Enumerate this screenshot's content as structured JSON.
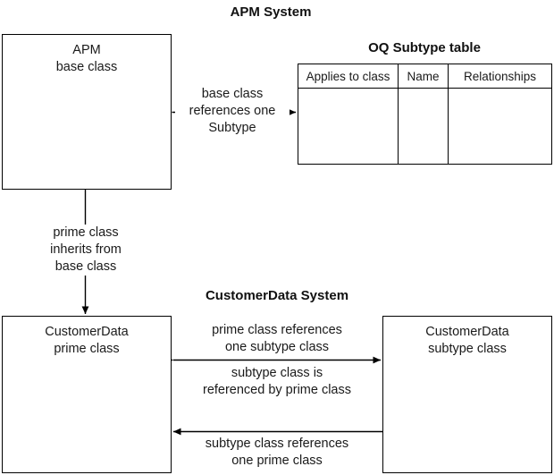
{
  "diagram": {
    "title_apm": "APM System",
    "title_customerdata": "CustomerData System",
    "boxes": {
      "apm_base_class": "APM\nbase class",
      "customerdata_prime_class": "CustomerData\nprime class",
      "customerdata_subtype_class": "CustomerData\nsubtype class"
    },
    "table": {
      "title": "OQ Subtype table",
      "columns": [
        "Applies to class",
        "Name",
        "Relationships"
      ],
      "rows": [
        [
          "",
          "",
          ""
        ]
      ]
    },
    "edges": {
      "base_to_subtype": "base class\nreferences one\nSubtype",
      "prime_inherits": "prime class\ninherits from\nbase class",
      "prime_references_subtype": "prime class references\none subtype class",
      "subtype_referenced_by_prime": "subtype class is\nreferenced by prime class",
      "subtype_references_prime": "subtype class references\none prime class"
    },
    "colors": {
      "line": "#000000",
      "text": "#1a1a1a",
      "background": "#ffffff"
    }
  }
}
